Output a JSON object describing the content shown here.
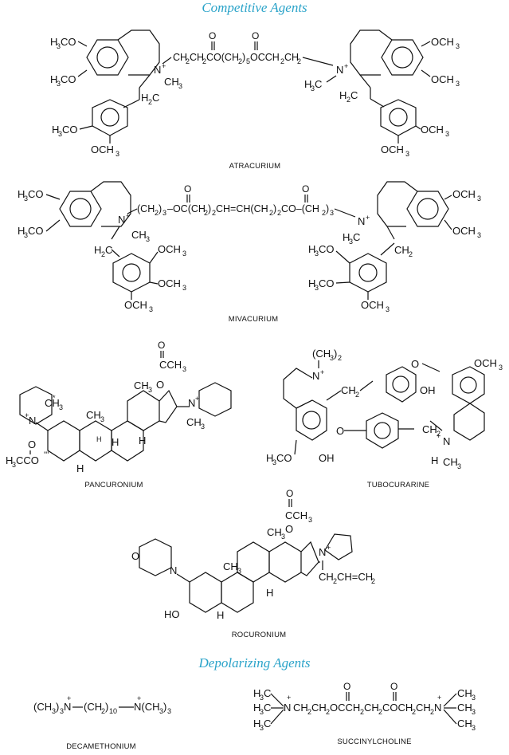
{
  "sections": {
    "competitive": "Competitive Agents",
    "depolarizing": "Depolarizing Agents"
  },
  "names": {
    "atracurium": "ATRACURIUM",
    "mivacurium": "MIVACURIUM",
    "pancuronium": "PANCURONIUM",
    "tubocurarine": "TUBOCURARINE",
    "rocuronium": "ROCURONIUM",
    "decamethonium": "DECAMETHONIUM",
    "succinylcholine": "SUCCINYLCHOLINE"
  },
  "labels": {
    "atr_chain": "CH2CH2C(O)O(CH2)5OC(O)CH2CH2",
    "miv_chain": "(CH2)3–OC(CH2)2CH=CH(CH2)2CO–(CH2)3",
    "deca_formula": "(CH3)3N–(CH2)10–N(CH3)3",
    "succ_formula": "H3C–N–CH2CH2OCCH2CH2COCH2CH2–N–CH3"
  }
}
